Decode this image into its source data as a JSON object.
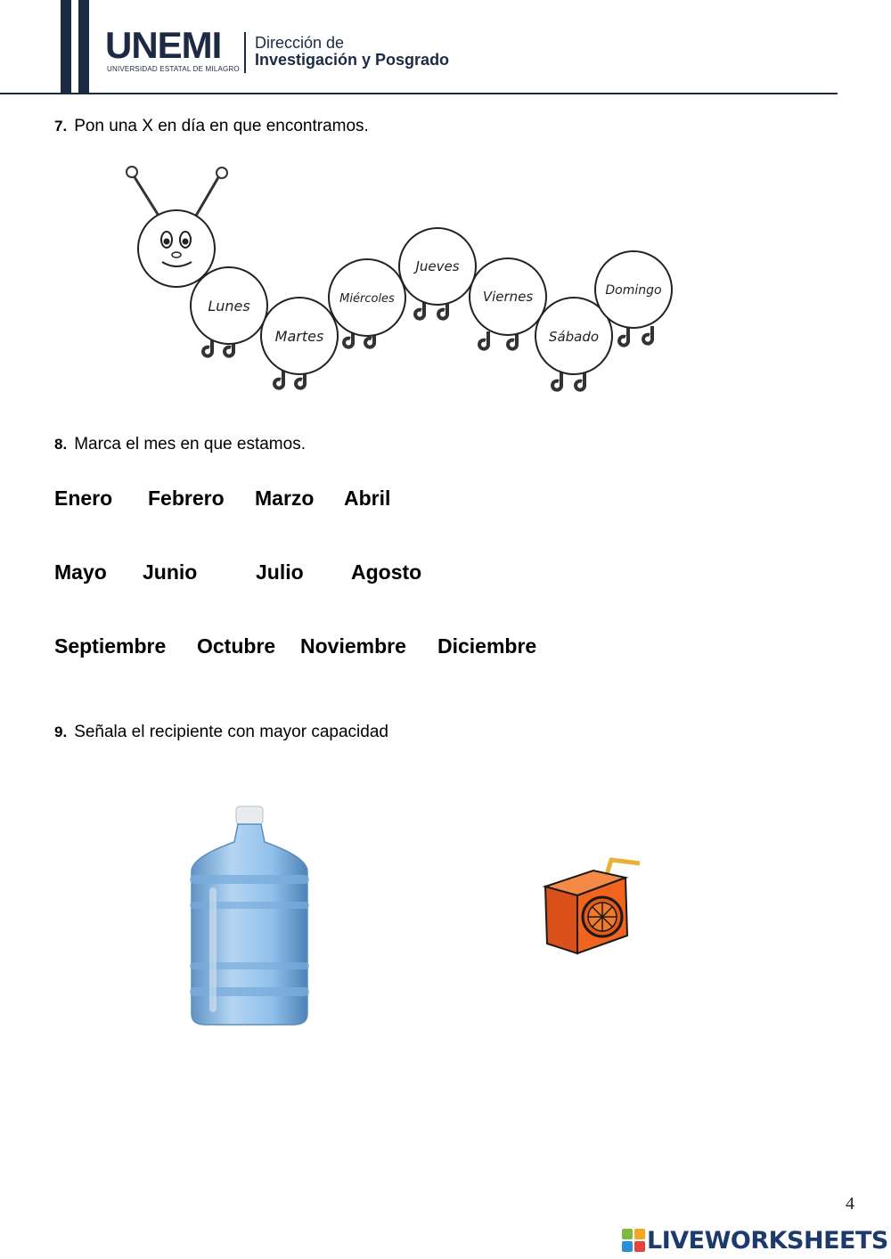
{
  "header": {
    "logo_text": "UNEMI",
    "logo_subtitle": "UNIVERSIDAD ESTATAL DE MILAGRO",
    "department_line1": "Dirección de",
    "department_line2": "Investigación y Posgrado"
  },
  "q7": {
    "number": "7.",
    "text": "Pon una X en día en que encontramos.",
    "days": [
      "Lunes",
      "Martes",
      "Miércoles",
      "Jueves",
      "Viernes",
      "Sábado",
      "Domingo"
    ]
  },
  "q8": {
    "number": "8.",
    "text": "Marca el mes en que estamos.",
    "months": [
      "Enero",
      "Febrero",
      "Marzo",
      "Abril",
      "Mayo",
      "Junio",
      "Julio",
      "Agosto",
      "Septiembre",
      "Octubre",
      "Noviembre",
      "Diciembre"
    ]
  },
  "q9": {
    "number": "9.",
    "text": "Señala el recipiente con mayor capacidad",
    "images": [
      "water-jug",
      "juice-box"
    ]
  },
  "footer": {
    "page_number": "4",
    "brand": "LIVEWORKSHEETS"
  },
  "colors": {
    "navy": "#1d2a44",
    "jug_blue": "#8fc0ea",
    "juice_orange": "#f0641e"
  }
}
